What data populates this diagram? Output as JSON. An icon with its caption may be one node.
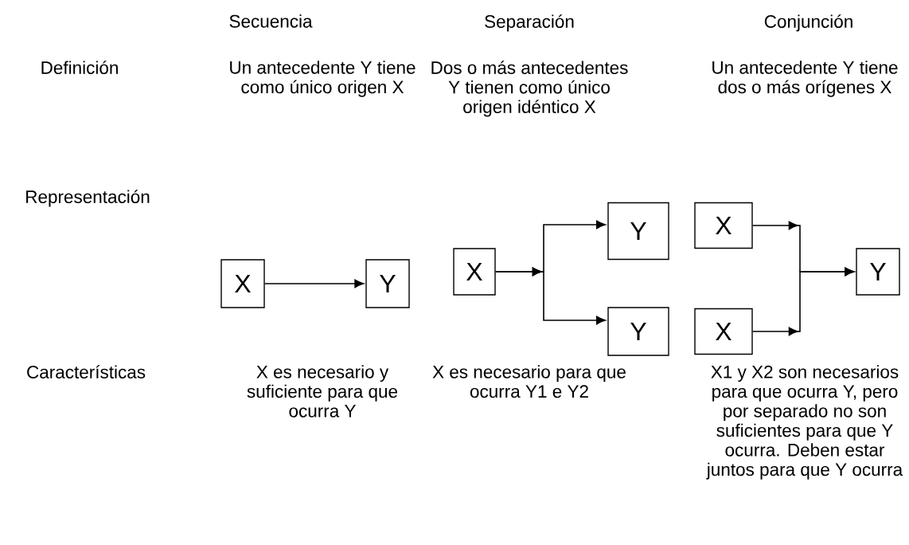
{
  "diagram": {
    "nodes": [
      {
        "text": [
          "X"
        ]
      },
      {
        "text": [
          "Y"
        ]
      },
      {
        "text": [
          "X"
        ]
      },
      {
        "text": [
          "Y"
        ]
      },
      {
        "text": [
          "Y"
        ]
      },
      {
        "text": [
          "X"
        ]
      },
      {
        "text": [
          "X"
        ]
      },
      {
        "text": [
          "Y"
        ]
      }
    ],
    "edges": [
      {
        "from": 0,
        "to": 1,
        "arrow": "to"
      },
      {
        "from": 2,
        "to": 3,
        "arrow": "to"
      },
      {
        "from": 2,
        "to": 4,
        "arrow": "to"
      },
      {
        "from": 5,
        "to": 7,
        "arrow": "to"
      },
      {
        "from": 6,
        "to": 7,
        "arrow": "to"
      }
    ],
    "labels": [
      "Secuencia",
      "Separación",
      "Conjunción",
      "Definición",
      "Un antecedente Y tiene como único origen X",
      "Dos o más antecedentes Y tienen como único origen idéntico X",
      "Un antecedente Y tiene dos o más orígenes X",
      "Representación",
      "Características",
      "X es necesario y suficiente para que ocurra Y",
      "X es necesario para que ocurra Y1 e Y2",
      "X1 y X2 son necesarios para que ocurra Y, pero por separado no son suficientes para que Y ocurra. Deben estar juntos para que Y ocurra"
    ]
  }
}
